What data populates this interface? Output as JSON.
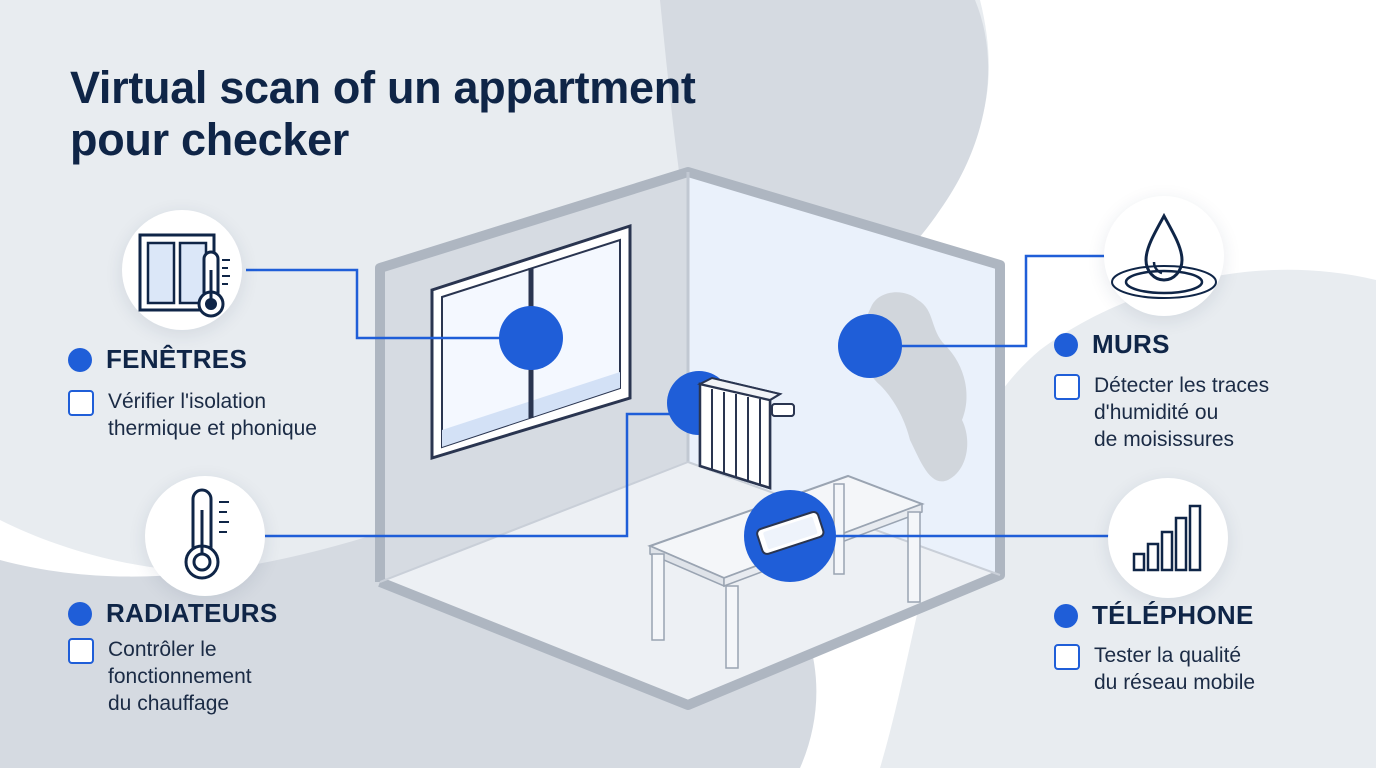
{
  "title": {
    "line1_bold": "Virtual scan",
    "line1_rest": " of un appartment",
    "line2": "pour checker"
  },
  "colors": {
    "accent": "#1f5ed8",
    "navy": "#0f2547",
    "wall_left": "#d6dbe2",
    "wall_back": "#eaf1fb",
    "floor": "#edf0f4"
  },
  "items": {
    "fenetres": {
      "icon": "window-thermometer-icon",
      "label": "FENÊTRES",
      "task_line1": "Vérifier l'isolation",
      "task_line2": "thermique et phonique"
    },
    "radiateurs": {
      "icon": "thermometer-icon",
      "label": "RADIATEURS",
      "task_line1": "Contrôler le",
      "task_line2": "fonctionnement",
      "task_line3": "du chauffage"
    },
    "murs": {
      "icon": "water-drop-icon",
      "label": "MURS",
      "task_line1": "Détecter les traces",
      "task_line2": "d'humidité ou",
      "task_line3": "de moisissures"
    },
    "telephone": {
      "icon": "signal-bars-icon",
      "label": "TÉLÉPHONE",
      "task_line1": "Tester la qualité",
      "task_line2": "du réseau mobile"
    }
  }
}
